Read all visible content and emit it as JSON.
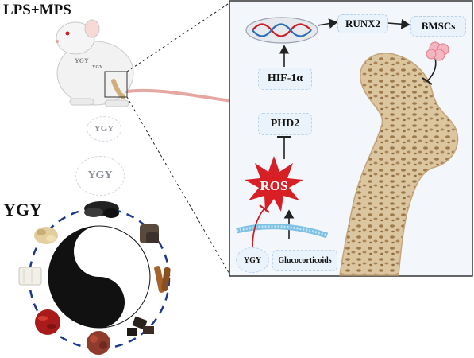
{
  "titles": {
    "lps_mps": "LPS+MPS",
    "ygy": "YGY"
  },
  "mouse": {
    "back_label_1": "YGY",
    "back_label_2": "YGY"
  },
  "circles": {
    "small": "YGY",
    "large": "YGY"
  },
  "pathway": {
    "hif": "HIF-1α",
    "phd": "PHD2",
    "ros": "ROS",
    "runx": "RUNX2",
    "bmsc": "BMSCs",
    "gluco": "Glucocorticoids",
    "ygy": "YGY"
  },
  "colors": {
    "panel_bg": "#f3f6fa",
    "box_border": "#b9d2ea",
    "ros_red": "#d62026",
    "bone": "#d9c39c",
    "membrane": "#9ed2ea",
    "ring_dash": "#1f3a8c"
  },
  "herbs": [
    "dark-root-slices",
    "brown-root-pieces",
    "cinnamon-bark-sticks",
    "dark-dried-blocks",
    "red-dried-granules",
    "goji-berries",
    "white-root-slices",
    "light-root-slices"
  ]
}
